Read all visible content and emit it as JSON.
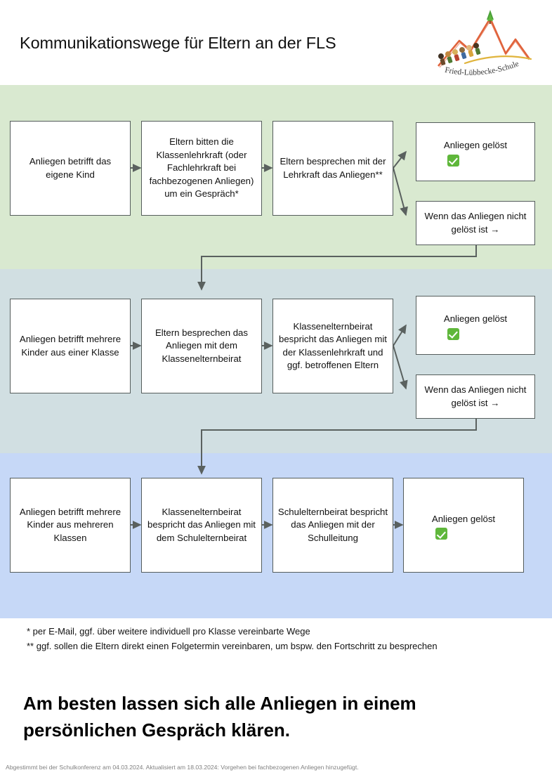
{
  "header": {
    "title": "Kommunikationswege für Eltern an der FLS",
    "logo_name": "fried-luebbecke-schule-logo",
    "logo_text": "Fried-Lübbecke-Schule"
  },
  "colors": {
    "band_green": "#d9e9d0",
    "band_teal": "#d1dfe2",
    "band_blue": "#c6d8f7",
    "box_border": "#555d5c",
    "box_fill": "#ffffff",
    "arrow": "#5a615f",
    "check_green": "#5fb73b",
    "footer_gray": "#808080"
  },
  "flow": {
    "rows": [
      {
        "band": "green",
        "boxes": [
          {
            "id": "r1b1",
            "text": "Anliegen betrifft das eigene Kind"
          },
          {
            "id": "r1b2",
            "text": "Eltern bitten die Klassenlehrkraft (oder Fachlehrkraft bei fachbezogenen Anliegen) um ein Gespräch*"
          },
          {
            "id": "r1b3",
            "text": "Eltern besprechen mit der Lehrkraft das Anliegen**"
          },
          {
            "id": "r1b4",
            "text": "Anliegen gelöst",
            "badge": "check"
          },
          {
            "id": "r1b5",
            "text": "Wenn das Anliegen nicht gelöst ist →"
          }
        ]
      },
      {
        "band": "teal",
        "boxes": [
          {
            "id": "r2b1",
            "text": "Anliegen betrifft mehrere Kinder aus einer Klasse"
          },
          {
            "id": "r2b2",
            "text": "Eltern besprechen das Anliegen mit dem Klassenelternbeirat"
          },
          {
            "id": "r2b3",
            "text": "Klassenelternbeirat bespricht das Anliegen mit der Klassenlehrkraft und ggf. betroffenen Eltern"
          },
          {
            "id": "r2b4",
            "text": "Anliegen gelöst",
            "badge": "check"
          },
          {
            "id": "r2b5",
            "text": "Wenn das Anliegen nicht gelöst ist →"
          }
        ]
      },
      {
        "band": "blue",
        "boxes": [
          {
            "id": "r3b1",
            "text": "Anliegen betrifft mehrere Kinder aus mehreren Klassen"
          },
          {
            "id": "r3b2",
            "text": "Klassenelternbeirat bespricht das Anliegen mit dem Schulelternbeirat"
          },
          {
            "id": "r3b3",
            "text": "Schulelternbeirat bespricht das Anliegen mit der Schulleitung"
          },
          {
            "id": "r3b4",
            "text": "Anliegen gelöst",
            "badge": "check"
          }
        ]
      }
    ]
  },
  "footnotes": {
    "line1": "* per E-Mail, ggf. über weitere individuell pro Klasse vereinbarte Wege",
    "line2": "** ggf. sollen die Eltern direkt einen Folgetermin vereinbaren, um bspw. den Fortschritt zu besprechen"
  },
  "slogan": {
    "line1": "Am besten lassen sich alle Anliegen in einem",
    "line2": "persönlichen Gespräch klären."
  },
  "footer": {
    "text": "Abgestimmt bei der Schulkonferenz am 04.03.2024. Aktualisiert am 18.03.2024: Vorgehen bei fachbezogenen Anliegen hinzugefügt."
  }
}
